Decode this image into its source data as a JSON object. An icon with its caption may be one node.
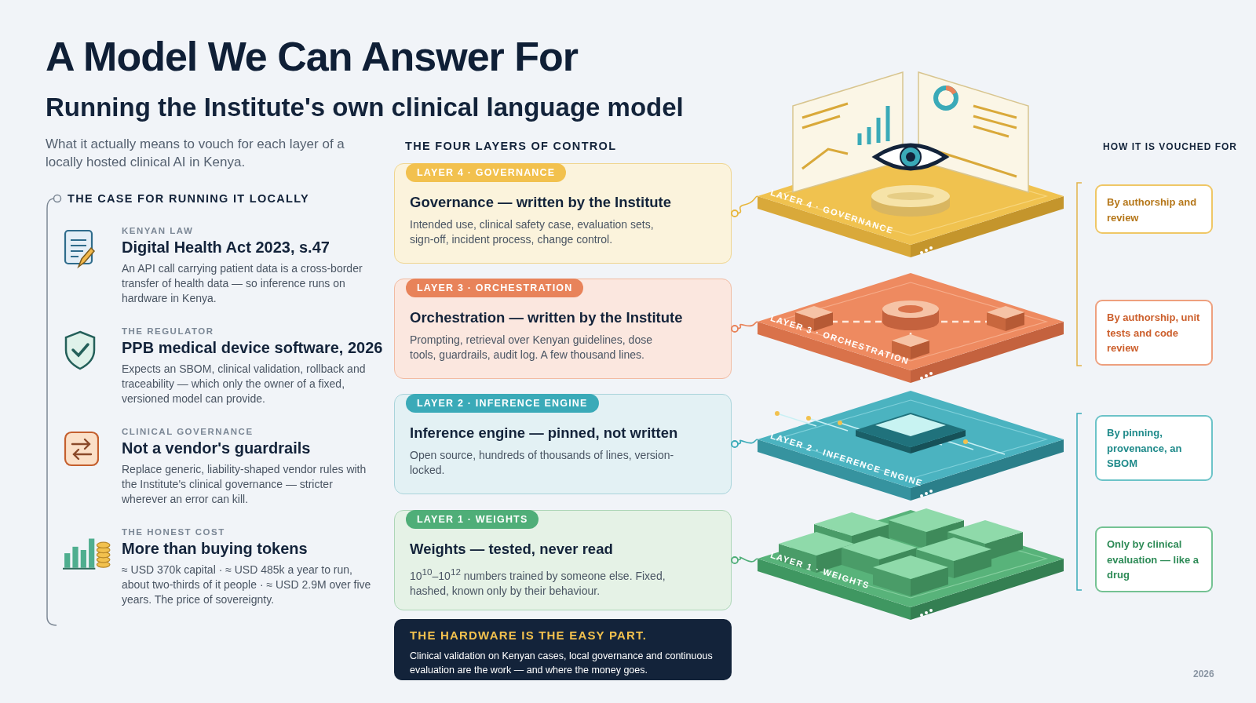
{
  "diagram": {
    "title": "A Model We Can Answer For",
    "nodes": [
      {
        "text": [
          "KENYAN LAW",
          "Digital Health Act 2023, s.47",
          "An API call carrying patient data is a cross-border transfer of health data — so inference runs on hardware in Kenya."
        ]
      },
      {
        "text": [
          "THE REGULATOR",
          "PPB medical device software, 2026",
          "Expects an SBOM, clinical validation, rollback and traceability — which only the owner of a fixed, versioned model can provide."
        ]
      },
      {
        "text": [
          "CLINICAL GOVERNANCE",
          "Not a vendor's guardrails",
          "Replace generic, liability-shaped vendor rules with the Institute's clinical governance — stricter wherever an error can kill."
        ]
      },
      {
        "text": [
          "THE HONEST COST",
          "More than buying tokens",
          "≈ USD 370k capital · ≈ USD 485k a year to run, about two-thirds of it people · ≈ USD 2.9M over five years. The price of sovereignty."
        ]
      },
      {
        "text": [
          "LAYER 4 · GOVERNANCE",
          "Governance — written by the Institute",
          "Intended use, clinical safety case, evaluation sets, sign-off, incident process, change control."
        ]
      },
      {
        "text": [
          "LAYER 3 · ORCHESTRATION",
          "Orchestration — written by the Institute",
          "Prompting, retrieval over Kenyan guidelines, dose tools, guardrails, audit log. A few thousand lines."
        ]
      },
      {
        "text": [
          "LAYER 2 · INFERENCE ENGINE",
          "Inference engine — pinned, not written",
          "Open source, hundreds of thousands of lines, version-locked."
        ]
      },
      {
        "text": [
          "LAYER 1 · WEIGHTS",
          "Weights — tested, never read",
          "10$^{10}$–10$^{12}$ numbers trained by someone else. Fixed, hashed, known only by their behaviour."
        ]
      },
      {
        "text": [
          "LAYER 4 · GOVERNANCE"
        ]
      },
      {
        "text": [
          "LAYER 3 · ORCHESTRATION"
        ]
      },
      {
        "text": [
          "LAYER 2 · INFERENCE ENGINE"
        ]
      },
      {
        "text": [
          "LAYER 1 · WEIGHTS"
        ]
      },
      {
        "text": [
          "By authorship and review"
        ]
      },
      {
        "text": [
          "By authorship, unit tests and code review"
        ]
      },
      {
        "text": [
          "By pinning, provenance, an SBOM"
        ]
      },
      {
        "text": [
          "Only by clinical evaluation — like a drug"
        ]
      },
      {
        "text": [
          "THE HARDWARE IS THE EASY PART.",
          "Clinical validation on Kenyan cases, local governance and continuous evaluation are the work — and where the money goes."
        ]
      }
    ],
    "edges": [
      {
        "from": 4,
        "to": 8,
        "arrow": "other",
        "color": "#e8b63c"
      },
      {
        "from": 5,
        "to": 9,
        "arrow": "other",
        "color": "#e8835a"
      },
      {
        "from": 6,
        "to": 10,
        "arrow": "other",
        "color": "#3aaab8"
      },
      {
        "from": 7,
        "to": 11,
        "arrow": "other",
        "color": "#4fae78"
      }
    ],
    "labels": [
      "Running the Institute's own clinical language model",
      "What it actually means to vouch for each layer of a locally hosted clinical AI in Kenya.",
      "THE CASE FOR RUNNING IT LOCALLY",
      "THE FOUR LAYERS OF CONTROL",
      "HOW IT IS VOUCHED FOR",
      "2026"
    ]
  }
}
